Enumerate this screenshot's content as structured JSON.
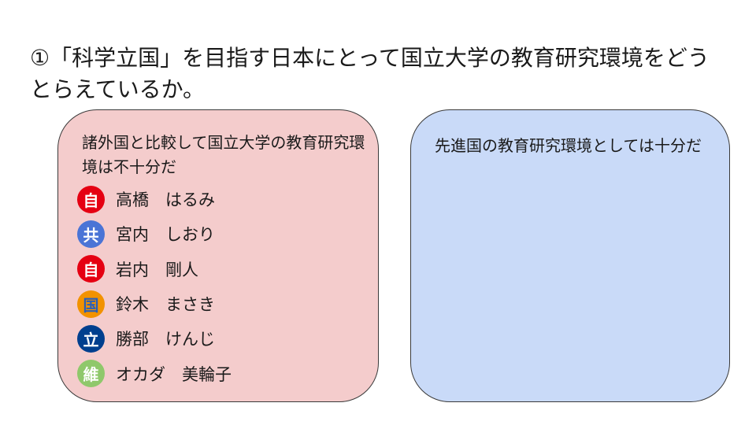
{
  "question": "①「科学立国」を目指す日本にとって国立大学の教育研究環境をどうとらえているか。",
  "colors": {
    "left_box_bg": "#f4cccc",
    "right_box_bg": "#c9daf8"
  },
  "left_box": {
    "heading": "諸外国と比較して国立大学の教育研究環境は不十分だ",
    "members": [
      {
        "badge": "自",
        "badge_color": "#e50012",
        "name": "高橋　はるみ"
      },
      {
        "badge": "共",
        "badge_color": "#4a74d6",
        "name": "宮内　しおり"
      },
      {
        "badge": "自",
        "badge_color": "#e50012",
        "name": "岩内　剛人"
      },
      {
        "badge": "国",
        "badge_color": "#f29200",
        "badge_text_color": "#2a5fb8",
        "name": "鈴木　まさき"
      },
      {
        "badge": "立",
        "badge_color": "#003f8e",
        "name": "勝部　けんじ"
      },
      {
        "badge": "維",
        "badge_color": "#8fc86b",
        "name": "オカダ　美輪子"
      }
    ]
  },
  "right_box": {
    "heading": "先進国の教育研究環境としては十分だ"
  }
}
